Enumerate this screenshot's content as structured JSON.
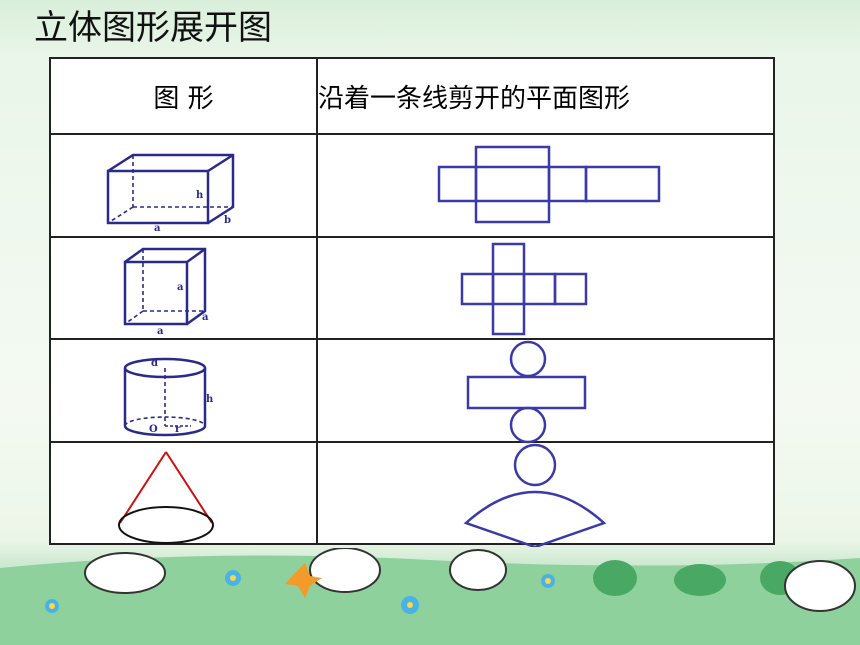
{
  "title": "立体图形展开图",
  "table": {
    "headers": [
      "图 形",
      "沿着一条线剪开的平面图形"
    ],
    "rows": [
      {
        "solid_icon": "cuboid-icon",
        "net_icon": "cuboid-net-icon",
        "labels": [
          "h",
          "a",
          "b"
        ]
      },
      {
        "solid_icon": "cube-icon",
        "net_icon": "cube-net-icon",
        "labels": [
          "a",
          "a",
          "a"
        ]
      },
      {
        "solid_icon": "cylinder-icon",
        "net_icon": "cylinder-net-icon",
        "labels": [
          "d",
          "h",
          "O",
          "r"
        ]
      },
      {
        "solid_icon": "cone-icon",
        "net_icon": "cone-net-icon",
        "labels": []
      }
    ]
  },
  "colors": {
    "line_blue": "#2a2a8a",
    "cone_red": "#cc1111",
    "net_blue": "#3a3aa8"
  }
}
